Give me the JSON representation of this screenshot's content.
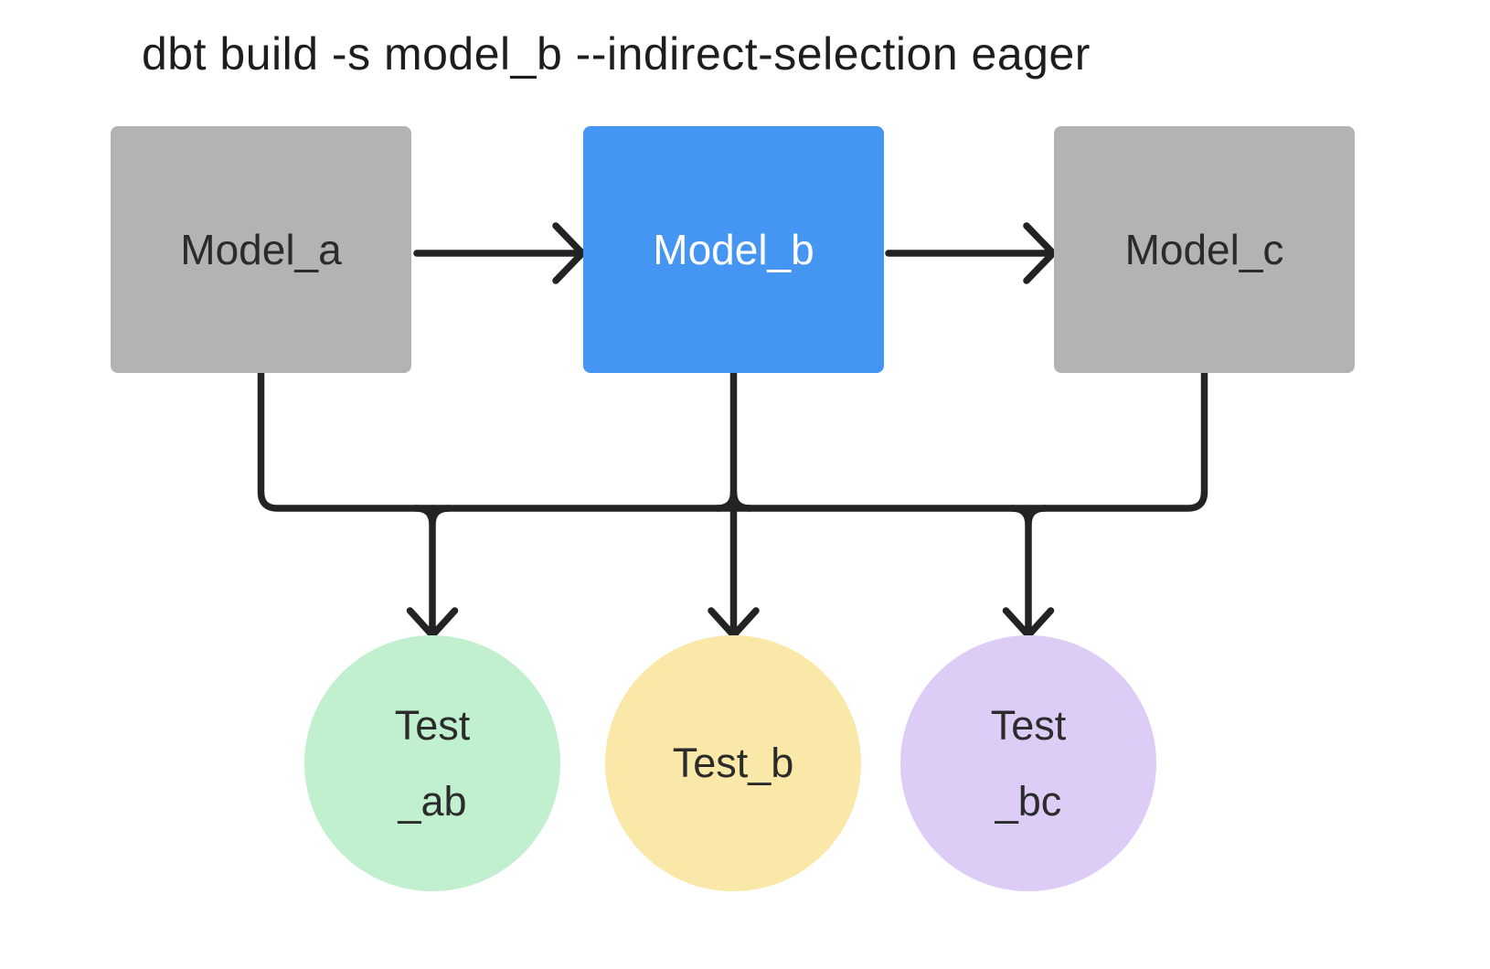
{
  "title": "dbt build -s model_b --indirect-selection eager",
  "colors": {
    "background": "#ffffff",
    "connector": "#232323",
    "model_default_fill": "#b3b3b3",
    "model_selected_fill": "#4596f3",
    "model_default_text": "#2b2b2b",
    "model_selected_text": "#ffffff"
  },
  "models": [
    {
      "label": "Model_a",
      "fill": "#b3b3b3",
      "text_color": "#2b2b2b"
    },
    {
      "label": "Model_b",
      "fill": "#4596f3",
      "text_color": "#ffffff"
    },
    {
      "label": "Model_c",
      "fill": "#b3b3b3",
      "text_color": "#2b2b2b"
    }
  ],
  "tests": [
    {
      "label_line1": "Test",
      "label_line2": "_ab",
      "fill": "#c1f0ce"
    },
    {
      "label_line1": "Test_b",
      "label_line2": "",
      "fill": "#f9e8a7"
    },
    {
      "label_line1": "Test",
      "label_line2": "_bc",
      "fill": "#ddcdf6"
    }
  ]
}
